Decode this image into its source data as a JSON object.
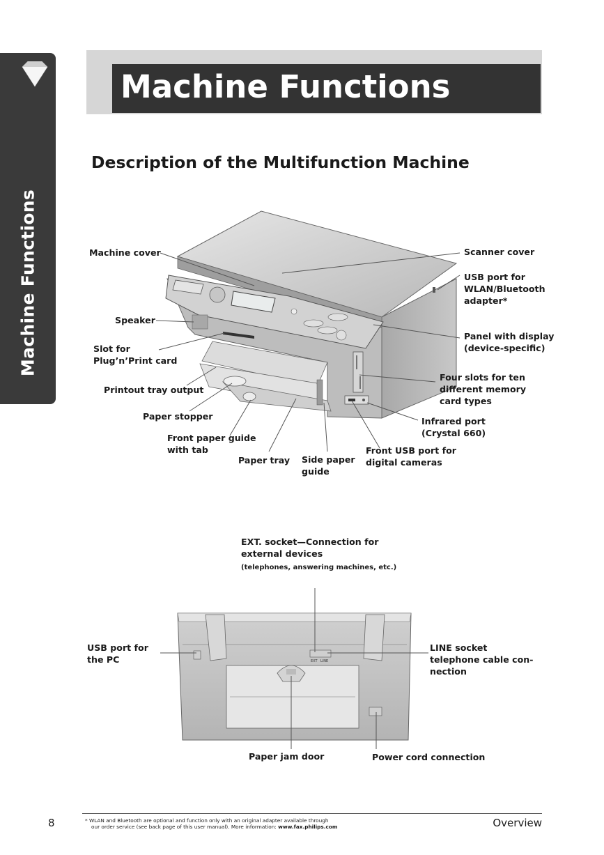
{
  "side_tab": {
    "label": "Machine Functions"
  },
  "header": {
    "title": "Machine Functions"
  },
  "section_title": "Description of the Multifunction Machine",
  "front_labels": {
    "machine_cover": "Machine cover",
    "speaker": "Speaker",
    "slot_for_card": "Slot for\nPlug’n’Print card",
    "printout_tray": "Printout tray output",
    "paper_stopper": "Paper stopper",
    "front_paper_guide": "Front paper guide\nwith tab",
    "paper_tray": "Paper tray",
    "side_paper_guide": "Side paper\nguide",
    "front_usb": "Front USB port for\ndigital cameras",
    "infrared": "Infrared port\n(Crystal 660)",
    "four_slots": "Four slots for ten\ndifferent memory\ncard types",
    "panel_display": "Panel with display\n(device-specific)",
    "usb_wlan": "USB port for\nWLAN/Bluetooth\nadapter*",
    "scanner_cover": "Scanner cover"
  },
  "back_labels": {
    "ext_socket": "EXT. socket—Connection for\nexternal devices",
    "ext_socket_note": "(telephones, answering machines, etc.)",
    "usb_pc": "USB port for\nthe PC",
    "line_socket": "LINE socket\ntelephone cable con-\nnection",
    "paper_jam_door": "Paper jam door",
    "power_cord": "Power cord connection",
    "port_ext": "EXT",
    "port_line": "LINE"
  },
  "footer": {
    "page_number": "8",
    "footnote_line1": "*  WLAN and Bluetooth are optional and function only with an original adapter available through",
    "footnote_line2": "our order service (see back page of this user manual). More information: ",
    "footnote_url": "www.fax.philips.com",
    "section_name": "Overview"
  },
  "colors": {
    "tab": "#3a3a3a",
    "header_band": "#d6d6d6",
    "header_box": "#333333",
    "machine": "#c4c4c4"
  }
}
